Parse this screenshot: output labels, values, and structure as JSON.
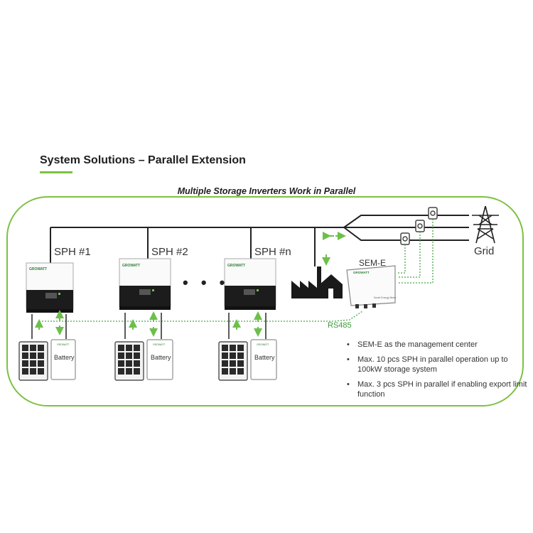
{
  "header": {
    "title": "System Solutions – Parallel Extension",
    "subtitle": "Multiple Storage Inverters Work in Parallel"
  },
  "inverters": [
    {
      "label": "SPH #1"
    },
    {
      "label": "SPH #2"
    },
    {
      "label": "SPH #n"
    }
  ],
  "ellipsis": "• • •",
  "battery_label": "Battery",
  "brand_text": "GROWATT",
  "sem_label": "SEM-E",
  "grid_label": "Grid",
  "rs485_label": "RS485",
  "bullets": [
    "SEM-E as the management center",
    "Max. 10 pcs SPH in parallel operation up to 100kW storage system",
    "Max. 3 pcs SPH in parallel if enabling export limit function"
  ],
  "colors": {
    "accent_green": "#7dc142",
    "arrow_green": "#6cc04a",
    "dotted_line": "#4aa84a",
    "inverter_dark": "#1c1c1c",
    "panel_blue": "#2a2a2a"
  },
  "icons": [
    "growatt-inverter-icon",
    "solar-panel-icon",
    "battery-icon",
    "factory-icon",
    "house-icon",
    "transmission-tower-icon",
    "current-transformer-icon",
    "smart-meter-icon"
  ]
}
